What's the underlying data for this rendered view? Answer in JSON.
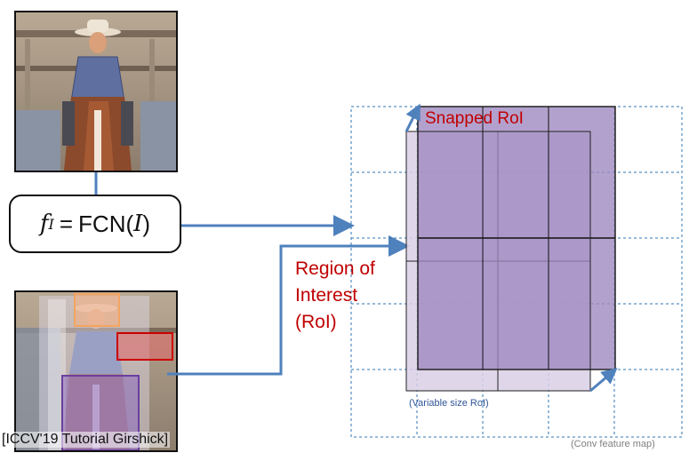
{
  "formula": {
    "fi_symbol": "f",
    "fi_subscript": "I",
    "equals": "=",
    "fcn": "FCN(",
    "arg": "I",
    "close": ")"
  },
  "labels": {
    "roi_line1": "Region of",
    "roi_line2": "Interest",
    "roi_line3": "(RoI)",
    "snapped_roi": "Snapped RoI",
    "variable_size": "(Variable size RoI)",
    "conv_feature_map": "(Conv feature map)",
    "citation": "[ICCV'19 Tutorial Girshick]"
  },
  "colors": {
    "accent_red": "#c00000",
    "arrow_blue": "#4f81bd",
    "grid_blue": "#2f75b5",
    "roi_light": "#d9cfe6",
    "roi_snapped": "#9e86bf",
    "box_orange": "#f4b183",
    "box_red": "#e06666",
    "box_purple": "#8e6bbf"
  },
  "icons": [
    "photo-cowboy",
    "arrow-right",
    "arrow-diagonal"
  ]
}
